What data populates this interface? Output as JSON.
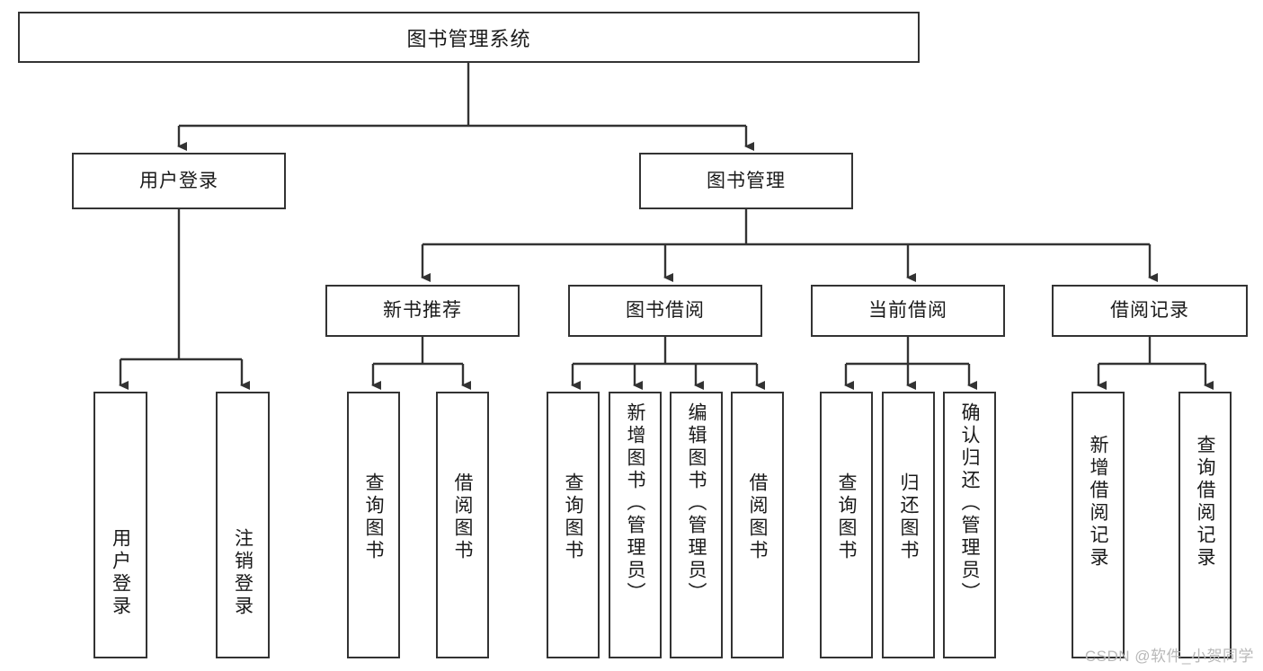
{
  "diagram": {
    "title": "图书管理系统",
    "type": "tree",
    "colors": {
      "box_border": "#333333",
      "box_fill": "#ffffff",
      "connector": "#333333",
      "text": "#1a1a1a",
      "watermark": "#b8b8b8",
      "background": "#ffffff"
    },
    "root": {
      "label": "图书管理系统"
    },
    "level2": [
      {
        "label": "用户登录"
      },
      {
        "label": "图书管理"
      }
    ],
    "level3": [
      {
        "label": "新书推荐"
      },
      {
        "label": "图书借阅"
      },
      {
        "label": "当前借阅"
      },
      {
        "label": "借阅记录"
      }
    ],
    "leaves": {
      "user_login": [
        {
          "label": "用户登录"
        },
        {
          "label": "注销登录"
        }
      ],
      "new_book_recommend": [
        {
          "label": "查询图书"
        },
        {
          "label": "借阅图书"
        }
      ],
      "book_borrow": [
        {
          "label": "查询图书"
        },
        {
          "label": "新增图书（管理员）"
        },
        {
          "label": "编辑图书（管理员）"
        },
        {
          "label": "借阅图书"
        }
      ],
      "current_borrow": [
        {
          "label": "查询图书"
        },
        {
          "label": "归还图书"
        },
        {
          "label": "确认归还（管理员）"
        }
      ],
      "borrow_record": [
        {
          "label": "新增借阅记录"
        },
        {
          "label": "查询借阅记录"
        }
      ]
    }
  },
  "watermark": {
    "text": "CSDN @软件_小贺同学"
  }
}
